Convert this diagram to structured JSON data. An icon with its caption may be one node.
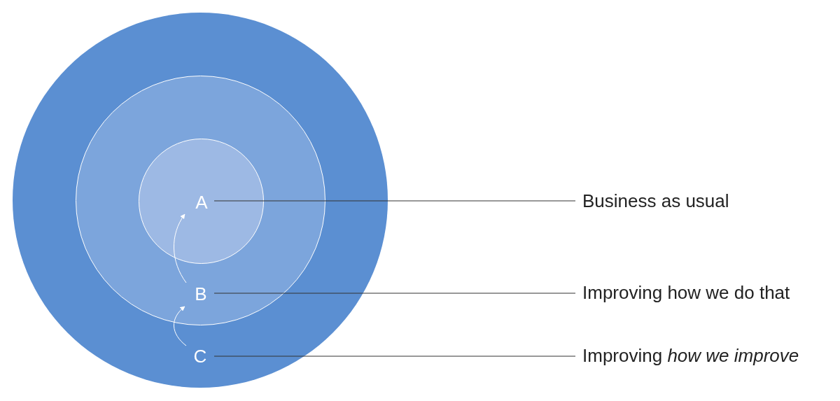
{
  "diagram": {
    "nodes": [
      {
        "text": [],
        "shape": "circle"
      },
      {
        "text": [],
        "shape": "circle",
        "in": 0
      },
      {
        "text": [],
        "shape": "circle",
        "in": 1
      },
      {
        "text": [
          "A"
        ],
        "in": 2
      },
      {
        "text": [
          "B"
        ],
        "in": 1
      },
      {
        "text": [
          "C"
        ],
        "in": 0
      },
      {
        "text": [
          "Business as usual"
        ]
      },
      {
        "text": [
          "Improving how we do that"
        ]
      },
      {
        "text": [
          "Improving *how we improve*"
        ]
      }
    ],
    "edges": [
      {
        "from": 4,
        "to": 3,
        "arrow": "to",
        "color": "#ffffff"
      },
      {
        "from": 5,
        "to": 4,
        "arrow": "to",
        "color": "#ffffff"
      },
      {
        "from": 3,
        "to": 6,
        "arrow": "none"
      },
      {
        "from": 4,
        "to": 7,
        "arrow": "none"
      },
      {
        "from": 5,
        "to": 8,
        "arrow": "none"
      }
    ]
  }
}
